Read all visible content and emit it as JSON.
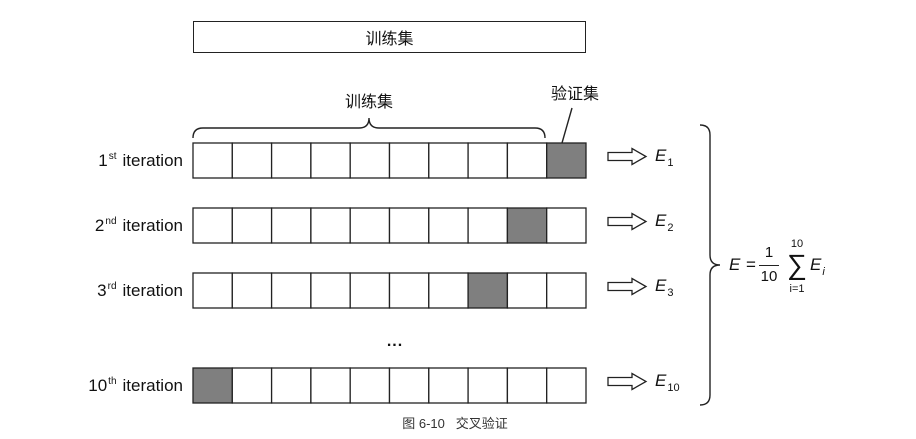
{
  "top_bar": {
    "label": "训练集"
  },
  "split": {
    "training_label": "训练集",
    "validation_label": "验证集"
  },
  "rows": [
    {
      "num": "1",
      "sup": "st",
      "word": "iteration",
      "validation_fold": 10,
      "error": {
        "base": "E",
        "sub": "1"
      }
    },
    {
      "num": "2",
      "sup": "nd",
      "word": "iteration",
      "validation_fold": 9,
      "error": {
        "base": "E",
        "sub": "2"
      }
    },
    {
      "num": "3",
      "sup": "rd",
      "word": "iteration",
      "validation_fold": 8,
      "error": {
        "base": "E",
        "sub": "3"
      }
    },
    {
      "num": "10",
      "sup": "th",
      "word": "iteration",
      "validation_fold": 1,
      "error": {
        "base": "E",
        "sub": "10"
      }
    }
  ],
  "ellipsis": "...",
  "formula": {
    "lhs": "E",
    "equals": "=",
    "numerator": "1",
    "denominator": "10",
    "sum_symbol": "∑",
    "sum_upper": "10",
    "sum_lower": "i=1",
    "term_base": "E",
    "term_sub": "i"
  },
  "caption": "图 6-10   交叉验证",
  "colors": {
    "validation_fill": "#7f7f7f",
    "training_fill": "#ffffff",
    "stroke": "#222222"
  }
}
